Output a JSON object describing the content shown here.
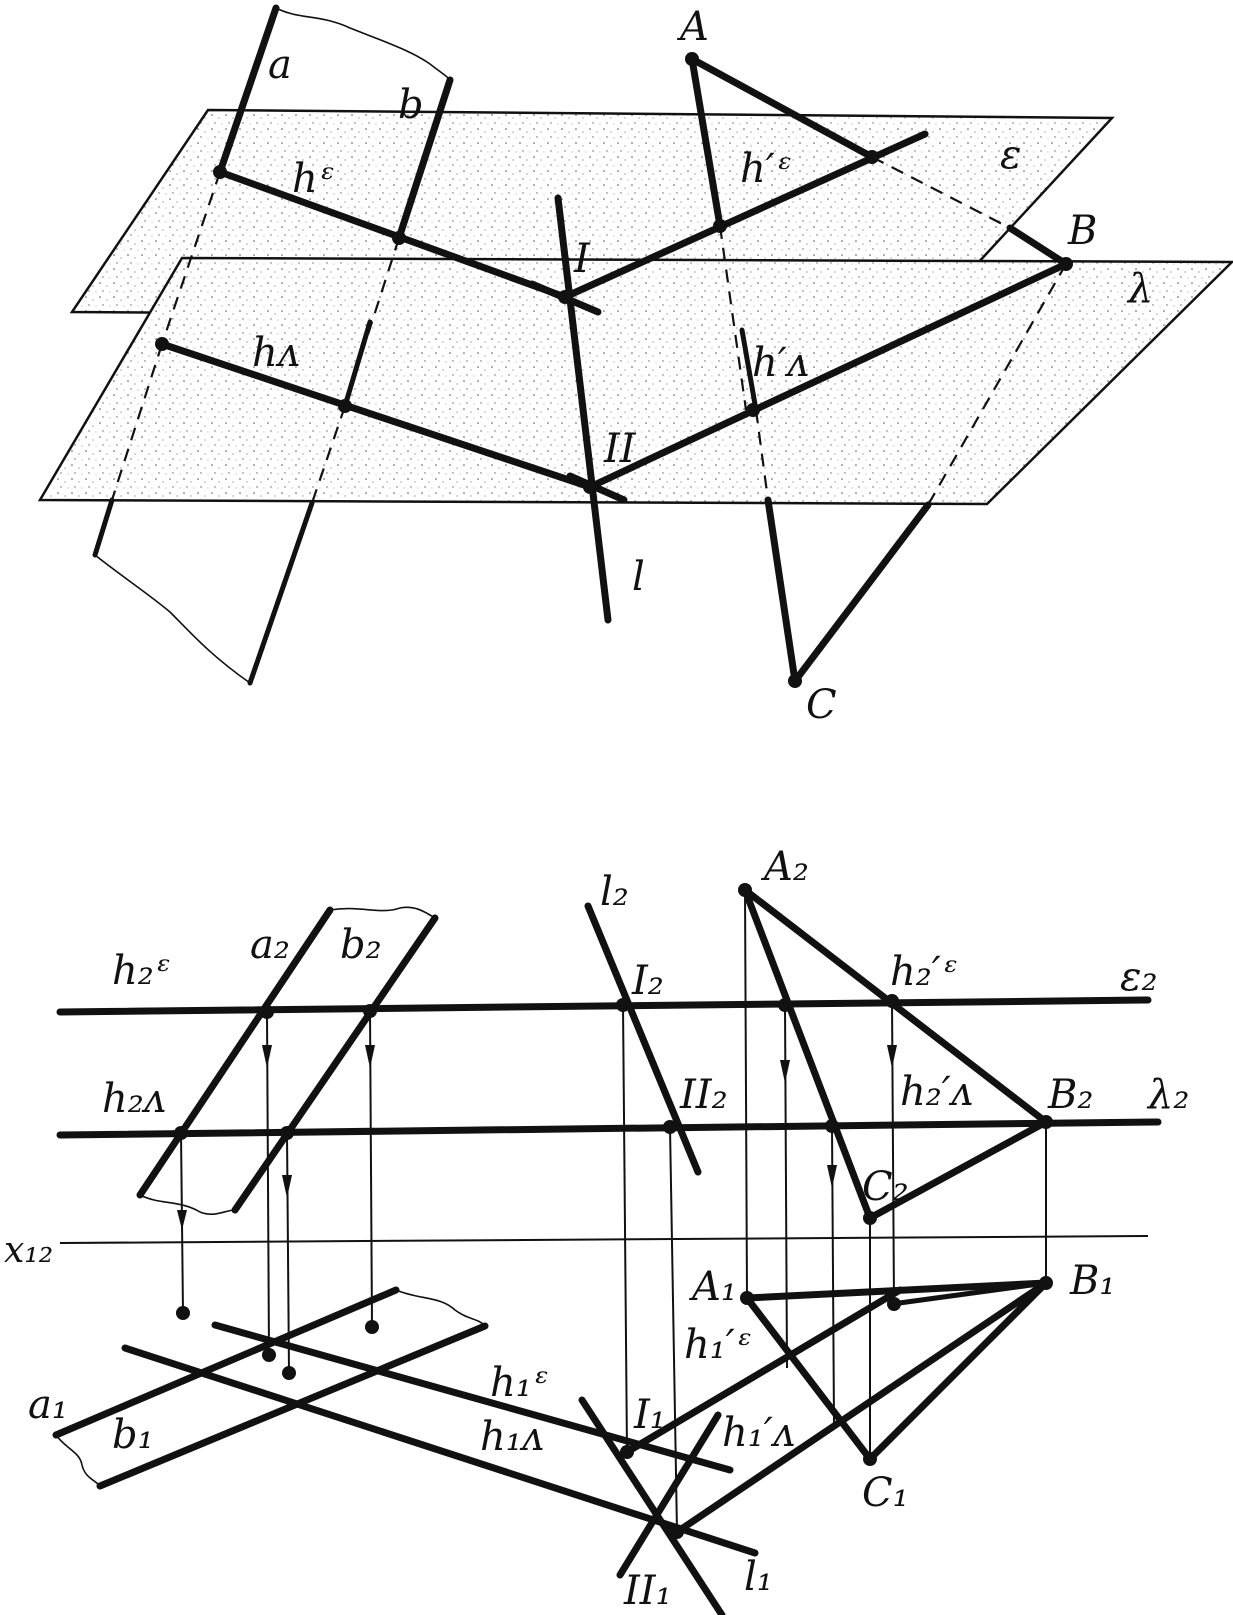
{
  "top": {
    "labels": {
      "a": "a",
      "b": "b",
      "h_eps": "hᵋ",
      "h_prime_eps": "h′ᵋ",
      "eps": "ε",
      "lambda": "λ",
      "h_lam": "hᴧ",
      "h_prime_lam": "h′ᴧ",
      "I": "I",
      "II": "II",
      "l": "l",
      "A": "A",
      "B": "B",
      "C": "C"
    }
  },
  "bottom": {
    "labels": {
      "h2_eps": "h₂ᵋ",
      "a2": "a₂",
      "b2": "b₂",
      "l2": "l₂",
      "A2": "A₂",
      "h2p_eps": "h₂′ᵋ",
      "eps2": "ε₂",
      "I2": "I₂",
      "h2_lam": "h₂ᴧ",
      "II2": "II₂",
      "h2p_lam": "h₂′ᴧ",
      "B2": "B₂",
      "lam2": "λ₂",
      "C2": "C₂",
      "x12": "x₁₂",
      "B1": "B₁",
      "A1": "A₁",
      "h1p_eps": "h₁′ᵋ",
      "a1": "a₁",
      "b1": "b₁",
      "h1_eps": "h₁ᵋ",
      "I1": "I₁",
      "h1p_lam": "h₁′ᴧ",
      "h1_lam": "h₁ᴧ",
      "C1": "C₁",
      "II1": "II₁",
      "l1": "l₁"
    }
  }
}
